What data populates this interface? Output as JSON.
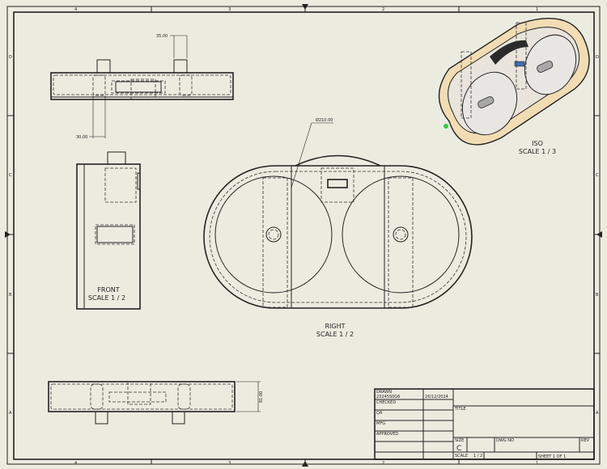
{
  "sheet": {
    "zones_top": [
      "4",
      "3",
      "2",
      "1"
    ],
    "zones_side": [
      "D",
      "C",
      "B",
      "A"
    ]
  },
  "views": {
    "top": {
      "dim_a": "35.00",
      "dim_b": "30.00"
    },
    "front": {
      "name": "FRONT",
      "scale": "SCALE 1 / 2"
    },
    "right": {
      "name": "RIGHT",
      "scale": "SCALE 1 / 2",
      "dim_diameter": "Ø210.00"
    },
    "bottom": {
      "dim_height": "81.00"
    },
    "iso": {
      "name": "ISO",
      "scale": "SCALE 1 / 3"
    }
  },
  "title_block": {
    "drawn_label": "DRAWN",
    "drawn_by": "23245S0G6",
    "drawn_date": "16/12/2024",
    "checked_label": "CHECKED",
    "qa_label": "QA",
    "mfg_label": "MFG",
    "approved_label": "APPROVED",
    "title_label": "TITLE",
    "size_label": "SIZE",
    "size_value": "C",
    "dwg_no_label": "DWG NO",
    "rev_label": "REV",
    "scale_label": "SCALE",
    "scale_value": "1 / 2",
    "sheet_label": "SHEET 1  OF 1"
  }
}
